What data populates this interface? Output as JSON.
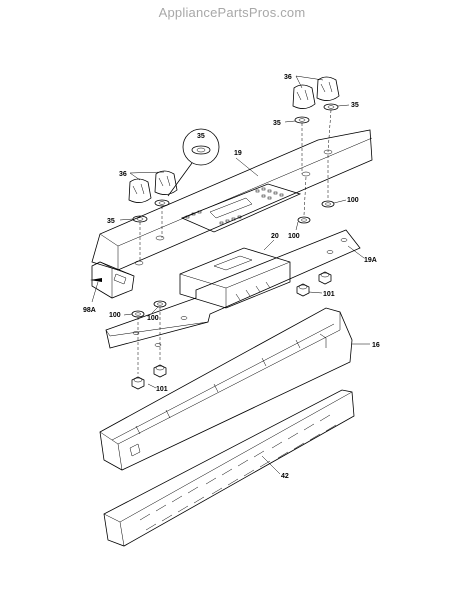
{
  "watermark": "AppliancePartsPros.com",
  "callouts": {
    "c36_right": "36",
    "c35_right_top": "35",
    "c35_right_mid": "35",
    "c35_detail": "35",
    "c19": "19",
    "c36_left": "36",
    "c35_left": "35",
    "c100_right": "100",
    "c20": "20",
    "c100_mid": "100",
    "c19a": "19A",
    "c98a": "98A",
    "c101_right": "101",
    "c100_left_a": "100",
    "c100_left_b": "100",
    "c101_left": "101",
    "c16": "16",
    "c42": "42"
  }
}
